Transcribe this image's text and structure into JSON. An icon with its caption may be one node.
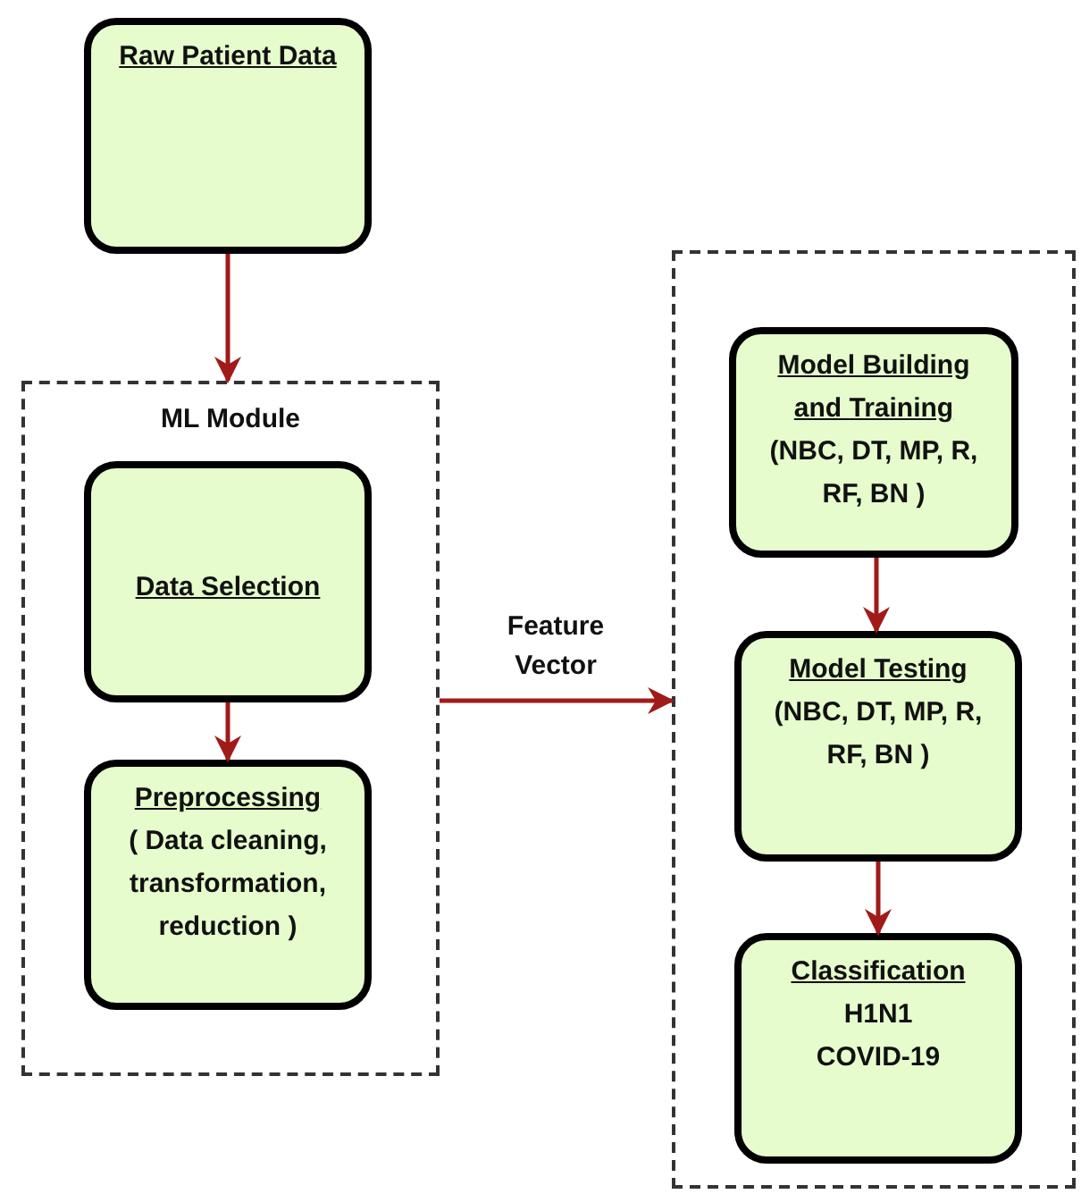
{
  "diagram": {
    "nodes": [
      {
        "text": [
          "Raw Patient Data"
        ]
      },
      {
        "text": [
          "ML Module"
        ]
      },
      {
        "text": [
          "Data Selection"
        ],
        "in": 1
      },
      {
        "text": [
          "Preprocessing",
          "( Data cleaning, transformation, reduction )"
        ],
        "in": 1
      },
      {
        "text": [],
        "shape": "box"
      },
      {
        "text": [
          "Model Building and Training",
          "(NBC, DT, MP, R, RF, BN )"
        ],
        "in": 4
      },
      {
        "text": [
          "Model Testing",
          "(NBC, DT, MP, R, RF, BN )"
        ],
        "in": 4
      },
      {
        "text": [
          "Classification",
          "H1N1",
          "COVID-19"
        ],
        "in": 4
      }
    ],
    "edges": [
      {
        "from": 0,
        "to": 1,
        "arrow": "to"
      },
      {
        "from": 2,
        "to": 3,
        "arrow": "to"
      },
      {
        "from": 1,
        "to": 4,
        "arrow": "to",
        "label": "Feature Vector"
      },
      {
        "from": 5,
        "to": 6,
        "arrow": "to"
      },
      {
        "from": 6,
        "to": 7,
        "arrow": "to"
      }
    ]
  }
}
